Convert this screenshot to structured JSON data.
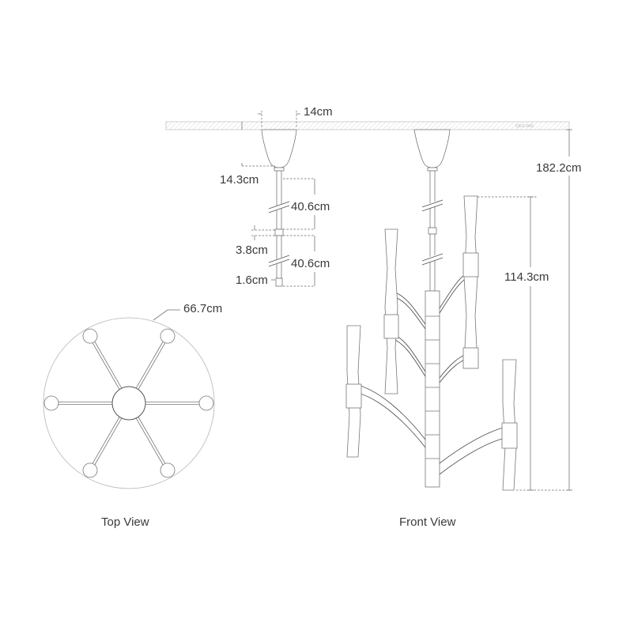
{
  "labels": {
    "top_view": "Top View",
    "front_view": "Front View",
    "ceiling": "CEILING"
  },
  "dimensions": {
    "canopy_width": "14cm",
    "canopy_height": "14.3cm",
    "stem_top": "40.6cm",
    "coupler": "3.8cm",
    "stem_bottom": "40.6cm",
    "stem_end": "1.6cm",
    "diameter": "66.7cm",
    "fixture_height": "114.3cm",
    "overall_height": "182.2cm"
  },
  "top_view": {
    "arm_count": 6
  }
}
